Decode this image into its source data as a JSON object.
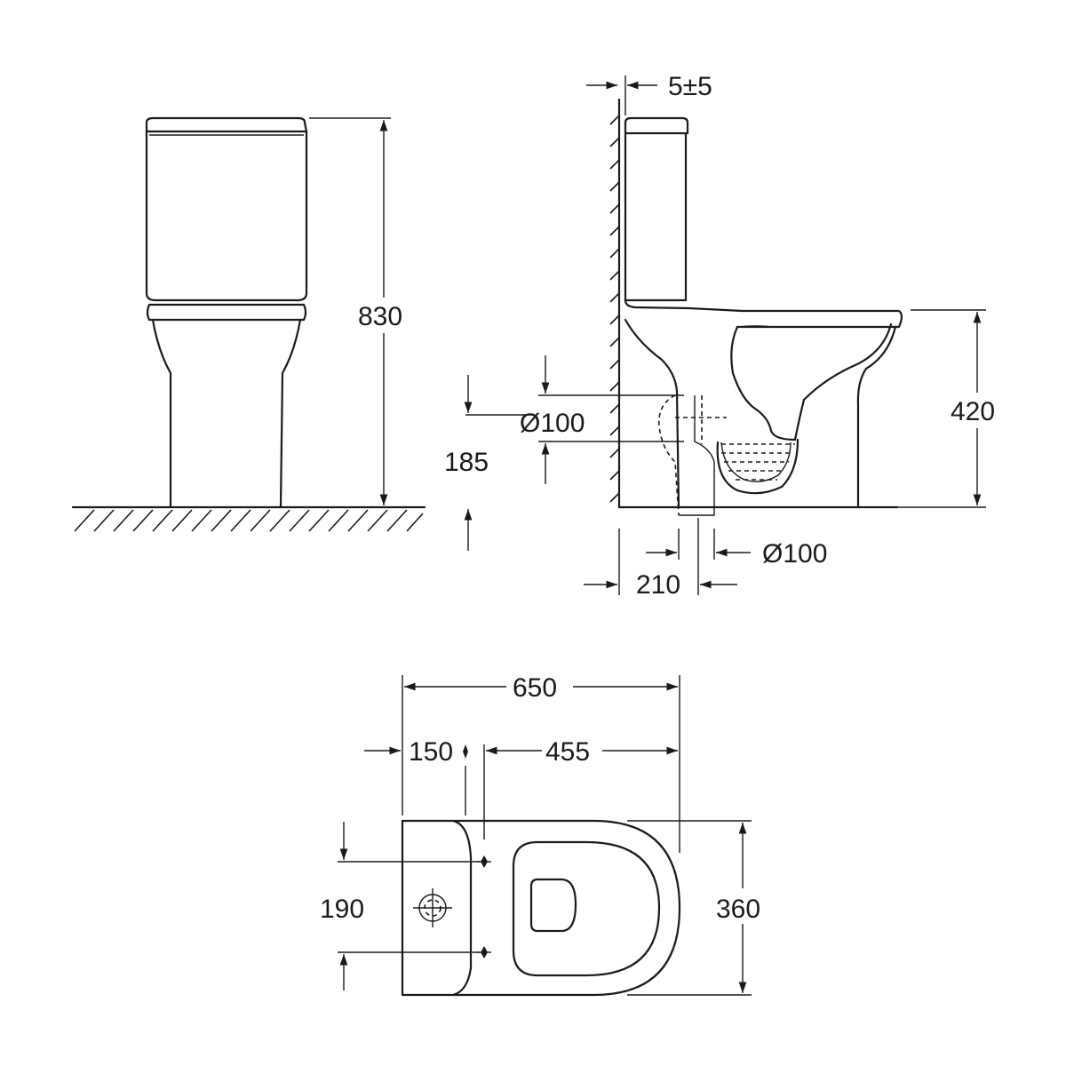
{
  "dimensions": {
    "wall_gap": "5±5",
    "total_height": "830",
    "seat_height": "420",
    "inlet_diameter": "Ø100",
    "inlet_height": "185",
    "outlet_distance": "210",
    "outlet_diameter": "Ø100",
    "overall_length": "650",
    "tank_offset": "150",
    "fixing_distance": "455",
    "fixing_spacing": "190",
    "overall_width": "360"
  }
}
